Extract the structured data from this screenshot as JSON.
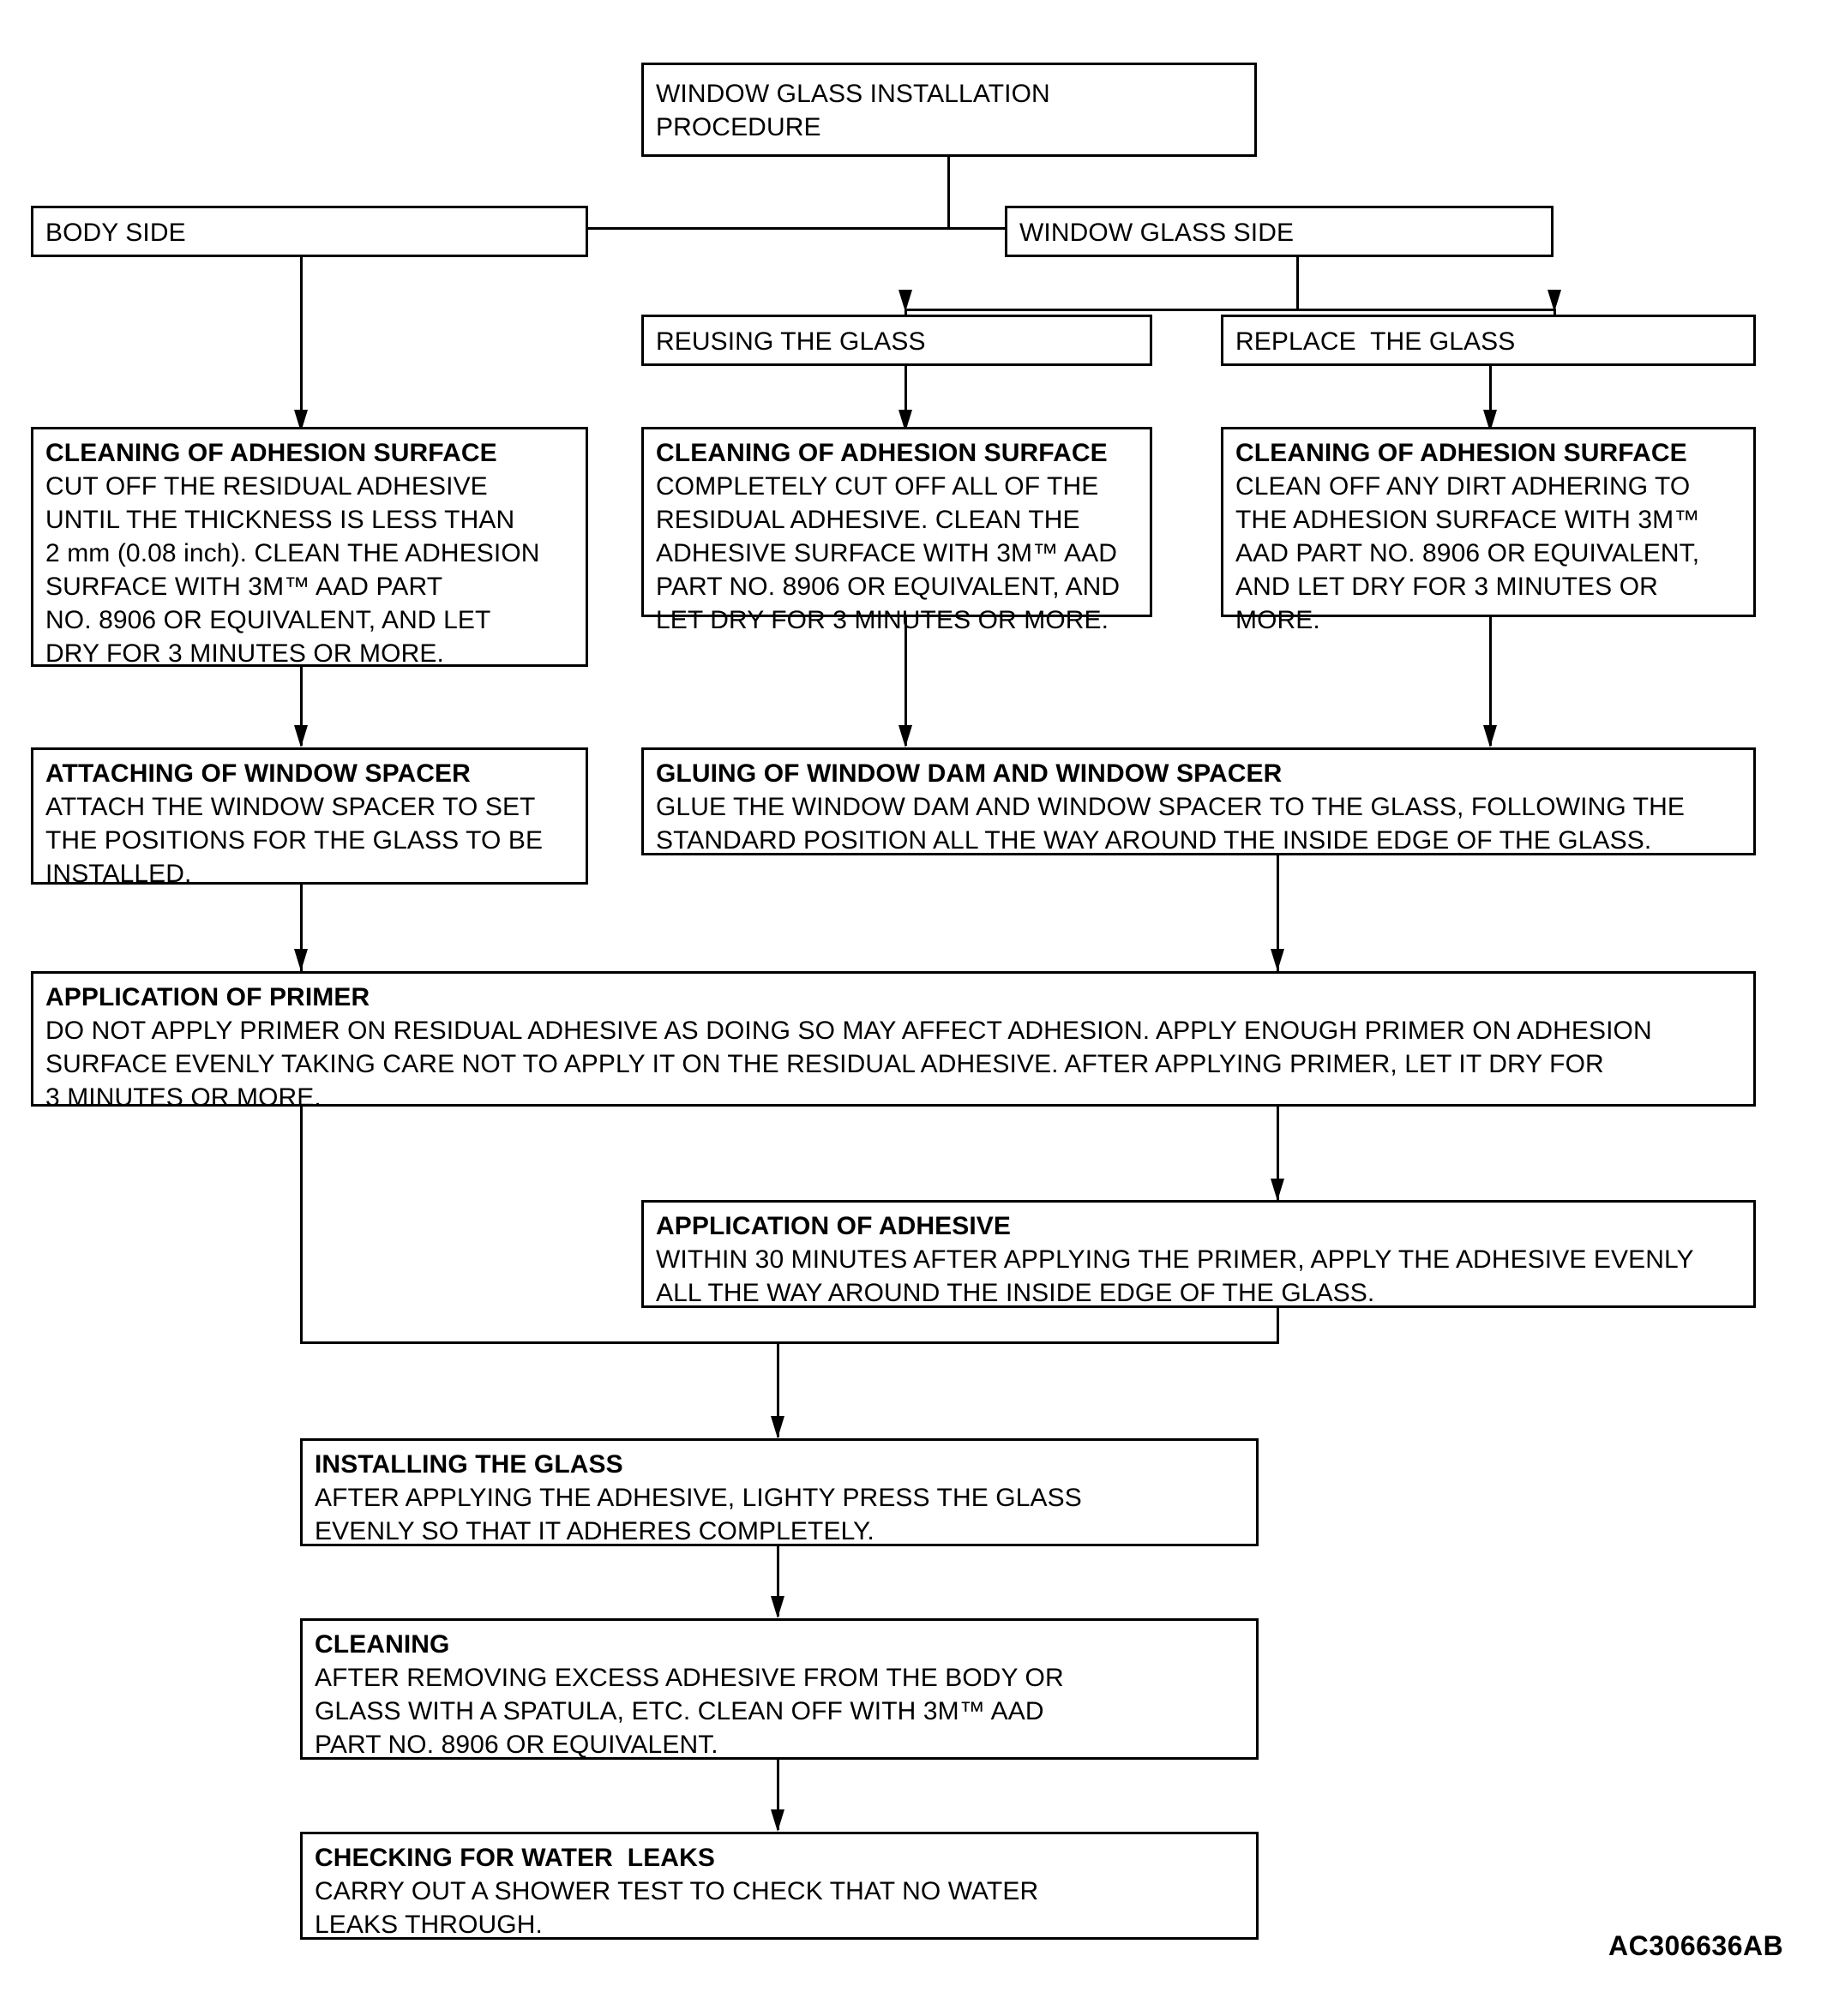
{
  "figure": {
    "reference_code": "AC306636AB"
  },
  "nodes": {
    "root": {
      "label": "WINDOW GLASS INSTALLATION\nPROCEDURE"
    },
    "body_side": {
      "label": "BODY SIDE"
    },
    "window_glass_side": {
      "label": "WINDOW GLASS SIDE"
    },
    "reusing_the_glass": {
      "label": "REUSING THE GLASS"
    },
    "replace_the_glass": {
      "label": "REPLACE  THE GLASS"
    },
    "cleaning_body": {
      "title": "CLEANING OF ADHESION SURFACE",
      "body": "CUT OFF THE RESIDUAL ADHESIVE\nUNTIL THE THICKNESS IS LESS THAN\n2 mm (0.08 inch). CLEAN THE ADHESION\nSURFACE WITH 3M™ AAD PART\nNO. 8906 OR EQUIVALENT, AND LET\nDRY FOR 3 MINUTES OR MORE."
    },
    "cleaning_reuse": {
      "title": "CLEANING OF ADHESION SURFACE",
      "body": "COMPLETELY CUT OFF ALL OF THE\nRESIDUAL ADHESIVE. CLEAN THE\nADHESIVE SURFACE WITH 3M™ AAD\nPART NO. 8906 OR EQUIVALENT, AND\nLET DRY FOR 3 MINUTES OR MORE."
    },
    "cleaning_replace": {
      "title": "CLEANING OF ADHESION SURFACE",
      "body": "CLEAN OFF ANY DIRT ADHERING TO\nTHE ADHESION SURFACE WITH 3M™\nAAD PART NO. 8906 OR EQUIVALENT,\nAND LET DRY FOR 3 MINUTES OR\nMORE."
    },
    "attaching_spacer": {
      "title": "ATTACHING OF WINDOW SPACER",
      "body": "ATTACH THE WINDOW SPACER TO SET\nTHE POSITIONS FOR THE GLASS TO BE\nINSTALLED."
    },
    "gluing_dam_spacer": {
      "title": "GLUING OF WINDOW DAM AND WINDOW SPACER",
      "body": "GLUE THE WINDOW DAM AND WINDOW SPACER TO THE GLASS, FOLLOWING THE\nSTANDARD POSITION ALL THE WAY AROUND THE INSIDE EDGE OF THE GLASS."
    },
    "application_primer": {
      "title": "APPLICATION OF PRIMER",
      "body": "DO NOT APPLY PRIMER ON RESIDUAL ADHESIVE AS DOING SO MAY AFFECT ADHESION. APPLY ENOUGH PRIMER ON ADHESION\nSURFACE EVENLY TAKING CARE NOT TO APPLY IT ON THE RESIDUAL ADHESIVE. AFTER APPLYING PRIMER, LET IT DRY FOR\n3 MINUTES OR MORE."
    },
    "application_adhesive": {
      "title": "APPLICATION OF ADHESIVE",
      "body": "WITHIN 30 MINUTES AFTER APPLYING THE PRIMER, APPLY THE ADHESIVE EVENLY\nALL THE WAY AROUND THE INSIDE EDGE OF THE GLASS."
    },
    "installing_glass": {
      "title": "INSTALLING THE GLASS",
      "body": "AFTER APPLYING THE ADHESIVE, LIGHTY  PRESS THE GLASS\nEVENLY SO THAT IT ADHERES COMPLETELY."
    },
    "cleaning_final": {
      "title": "CLEANING",
      "body": "AFTER REMOVING EXCESS ADHESIVE FROM THE BODY OR\nGLASS WITH A SPATULA, ETC. CLEAN OFF  WITH 3M™ AAD\nPART NO. 8906 OR EQUIVALENT."
    },
    "checking_water_leaks": {
      "title": "CHECKING FOR WATER  LEAKS",
      "body": "CARRY OUT A SHOWER TEST TO CHECK THAT NO WATER\nLEAKS THROUGH."
    }
  }
}
